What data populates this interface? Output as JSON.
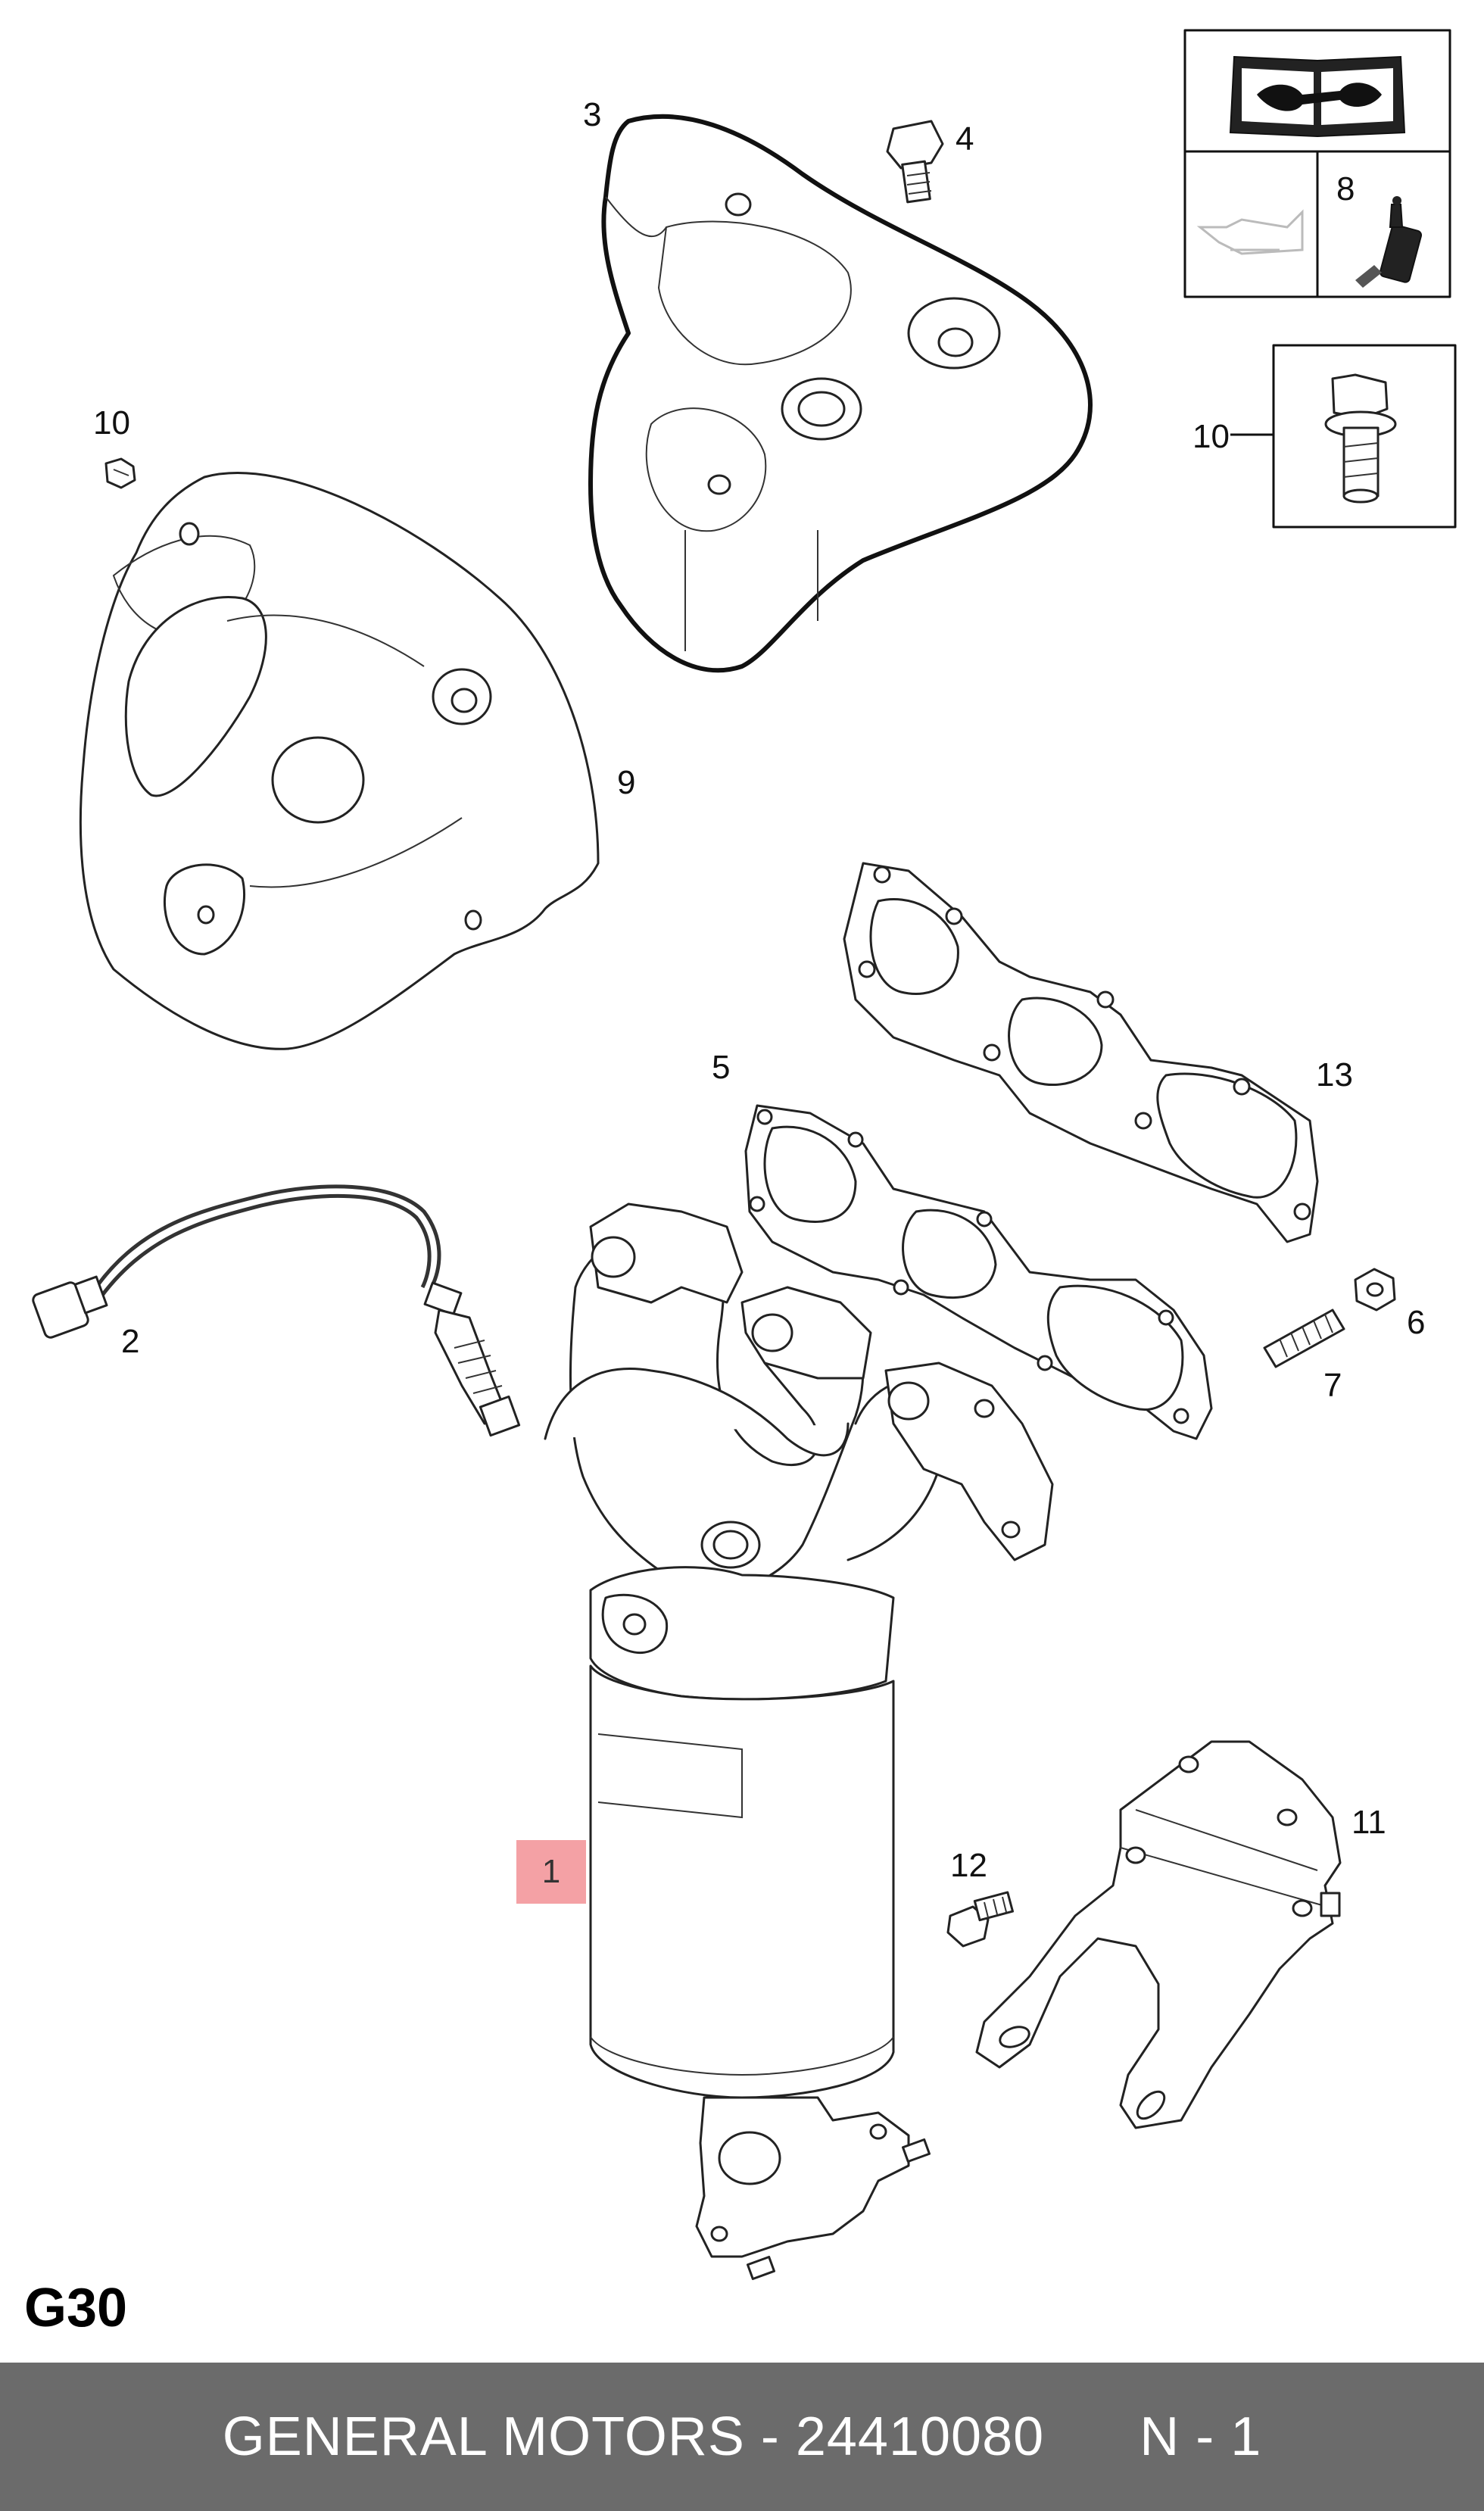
{
  "callouts": {
    "c1": "1",
    "c2": "2",
    "c3": "3",
    "c4": "4",
    "c5": "5",
    "c6": "6",
    "c7": "7",
    "c8": "8",
    "c9": "9",
    "c10a": "10",
    "c10b": "10",
    "c11": "11",
    "c12": "12",
    "c13": "13"
  },
  "highlight_color": "#f4a1a5",
  "section_code": "G30",
  "footer": {
    "maker_part": "GENERAL MOTORS - 24410080",
    "quantity": "N - 1"
  },
  "icons": [
    "service-manual-wrench-icon",
    "oil-can-icon",
    "sealant-bottle-icon",
    "flange-bolt-icon"
  ]
}
